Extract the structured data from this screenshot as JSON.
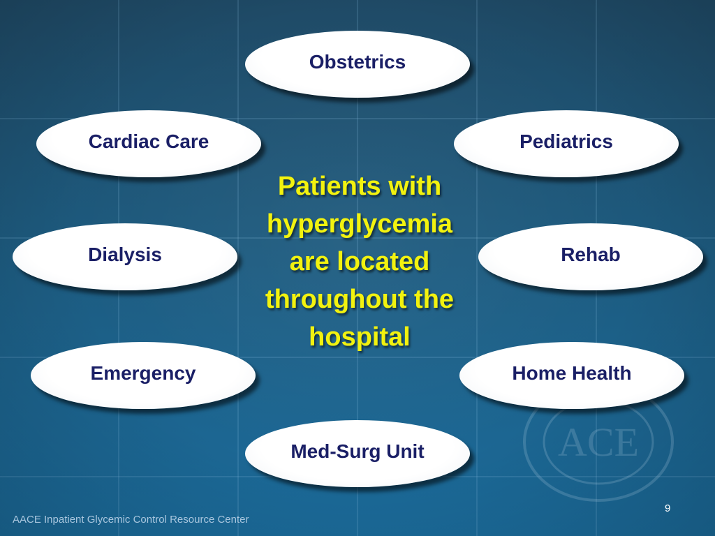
{
  "slide": {
    "center_text_lines": [
      "Patients with",
      "hyperglycemia",
      "are located",
      "throughout the",
      "hospital"
    ],
    "ovals": {
      "obstetrics": "Obstetrics",
      "cardiac_care": "Cardiac Care",
      "pediatrics": "Pediatrics",
      "dialysis": "Dialysis",
      "rehab": "Rehab",
      "emergency": "Emergency",
      "home_health": "Home Health",
      "med_surg": "Med-Surg Unit"
    },
    "footer_text": "AACE Inpatient Glycemic Control Resource Center",
    "page_number": "9",
    "seal_text": "ACE"
  },
  "colors": {
    "background_top": "#1f4a66",
    "background_bottom": "#1b6c9c",
    "oval_text": "#1a1f66",
    "center_text": "#f2f20f"
  }
}
